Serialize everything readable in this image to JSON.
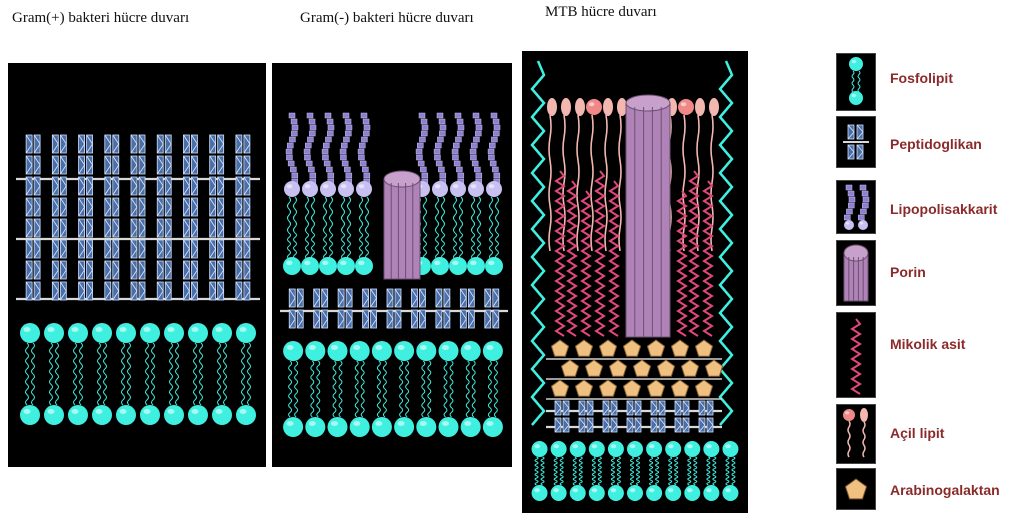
{
  "titles": {
    "gram_pos": "Gram(+) bakteri hücre duvarı",
    "gram_neg": "Gram(-) bakteri hücre duvarı",
    "mtb": "MTB hücre duvarı"
  },
  "legend": [
    {
      "key": "fosfolipit",
      "label": "Fosfolipit"
    },
    {
      "key": "peptidoglikan",
      "label": "Peptidoglikan"
    },
    {
      "key": "lipopolisakkarit",
      "label": "Lipopolisakkarit"
    },
    {
      "key": "porin",
      "label": "Porin"
    },
    {
      "key": "mikolik",
      "label": "Mikolik asit"
    },
    {
      "key": "acil",
      "label": "Açil lipit"
    },
    {
      "key": "arabino",
      "label": "Arabinogalaktan"
    }
  ],
  "colors": {
    "background": "#000000",
    "phospholipid": "#3ff0e0",
    "peptidoglycan": "#4a6fa8",
    "lps": "#8e7fd0",
    "porin": "#b083b8",
    "mycolic": "#e0487a",
    "acyl": "#f2b8b0",
    "arabinogalactan": "#f0c080",
    "label": "#8b2a2a"
  }
}
